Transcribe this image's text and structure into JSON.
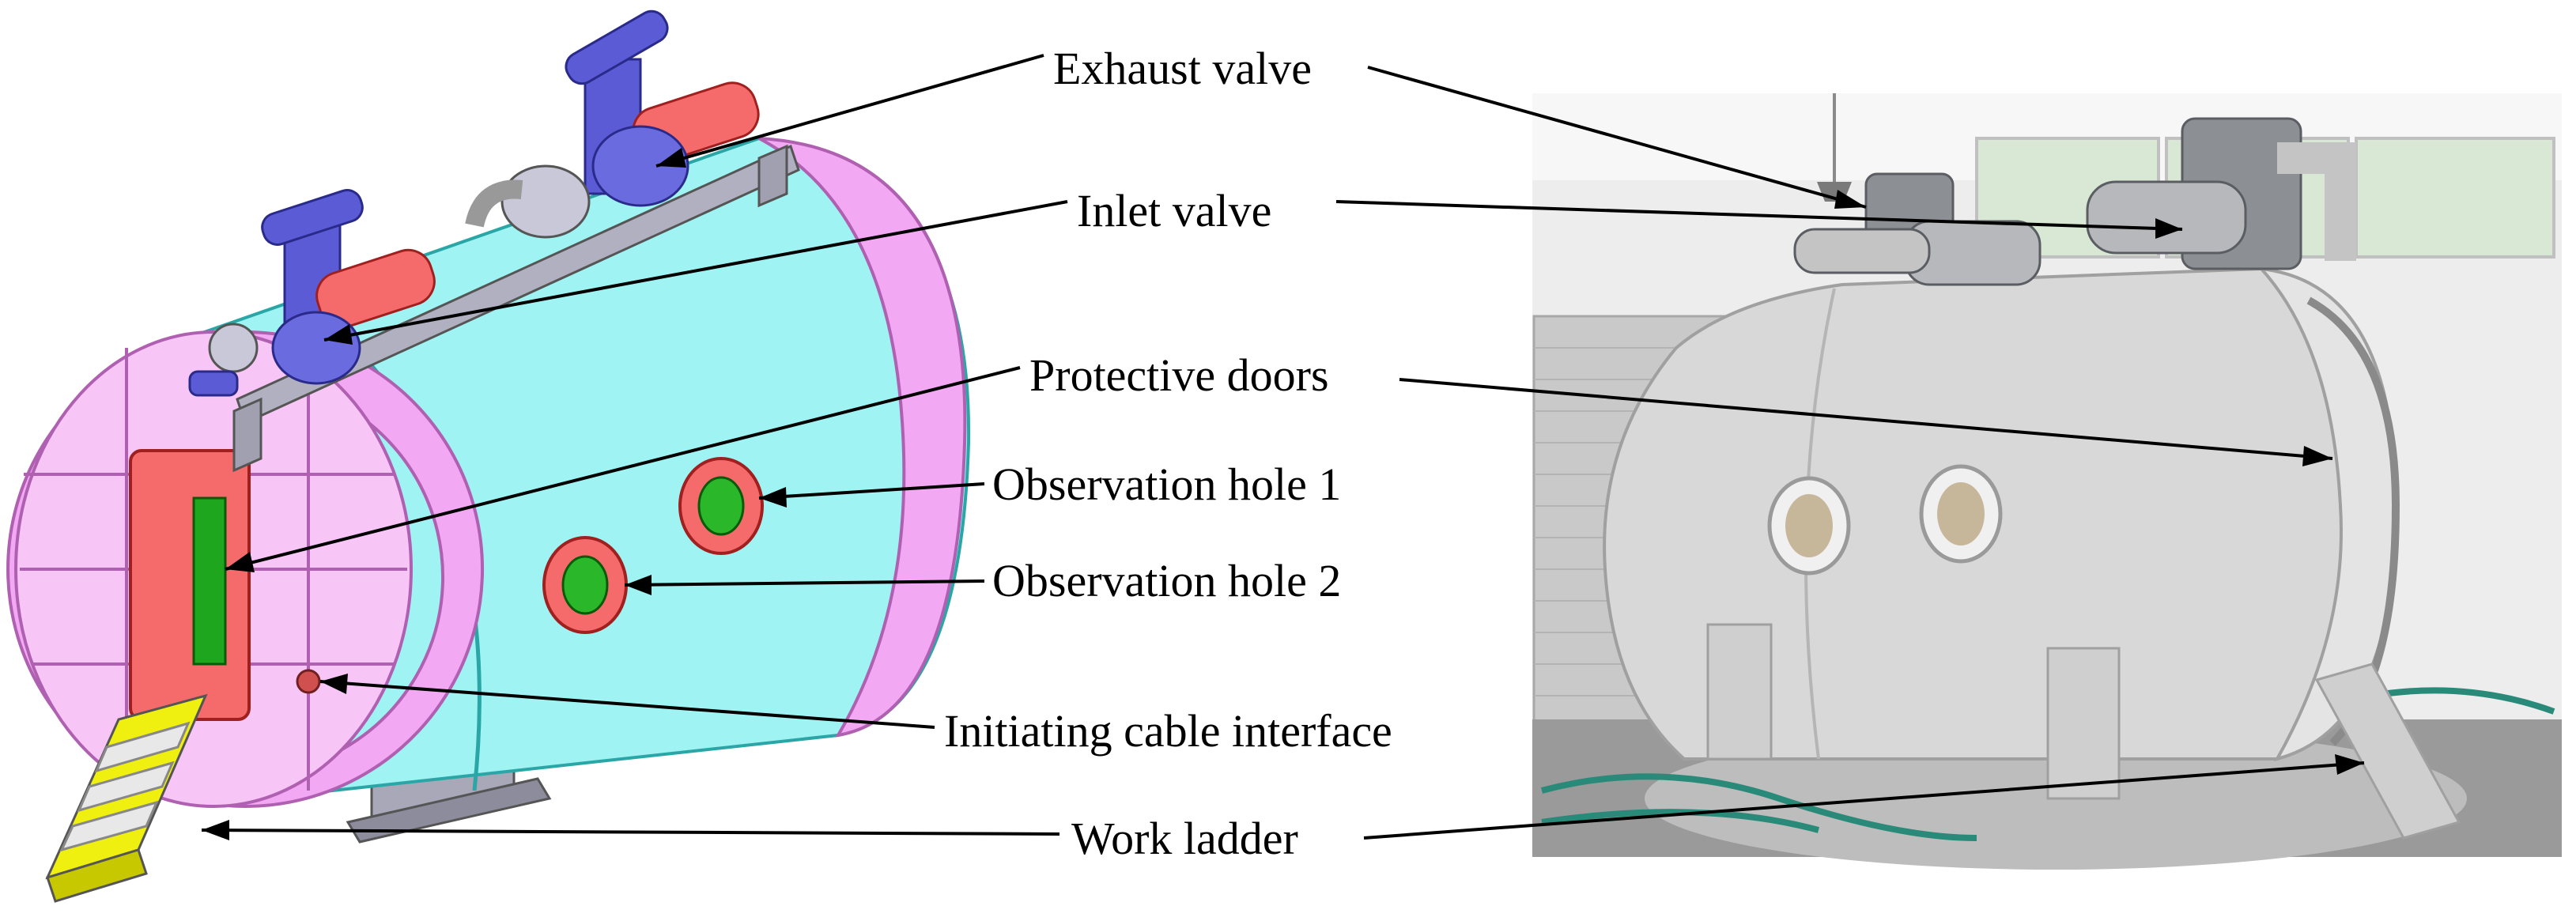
{
  "labels": {
    "exhaust_valve": "Exhaust valve",
    "inlet_valve": "Inlet valve",
    "protective_doors": "Protective doors",
    "observation_hole_1": "Observation hole 1",
    "observation_hole_2": "Observation hole 2",
    "initiating_cable_interface": "Initiating cable interface",
    "work_ladder": "Work ladder"
  },
  "colors": {
    "cad_shell": "#9ff3f3",
    "cad_end_ring": "#f3a8f3",
    "cad_door": "#f56b6b",
    "cad_valve": "#5b5bd6",
    "cad_pipe": "#f56b6b",
    "cad_ladder": "#f0f010",
    "photo_vessel": "#d8d8d8",
    "photo_floor": "#9a9a9a",
    "leader_line": "#000000"
  }
}
